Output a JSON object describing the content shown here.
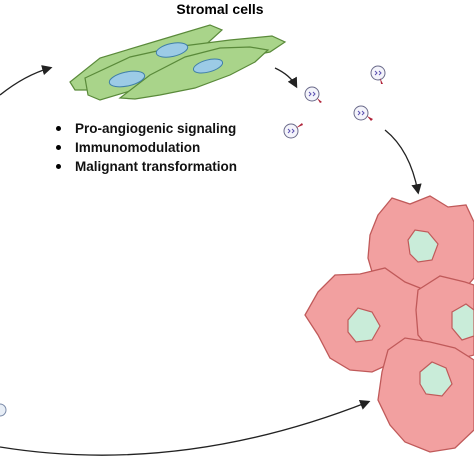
{
  "diagram": {
    "title": "Stromal cells",
    "bullets": [
      "Pro-angiogenic signaling",
      "Immunomodulation",
      "Malignant transformation"
    ]
  },
  "colors": {
    "stromal_fill": "#a9d48a",
    "stromal_stroke": "#5a8a3a",
    "nucleus_fill": "#9ccbe6",
    "tumor_fill": "#f2a0a0",
    "tumor_stroke": "#c05a5a",
    "tumor_nucleus": "#c9ecd9",
    "arrow": "#222222"
  }
}
